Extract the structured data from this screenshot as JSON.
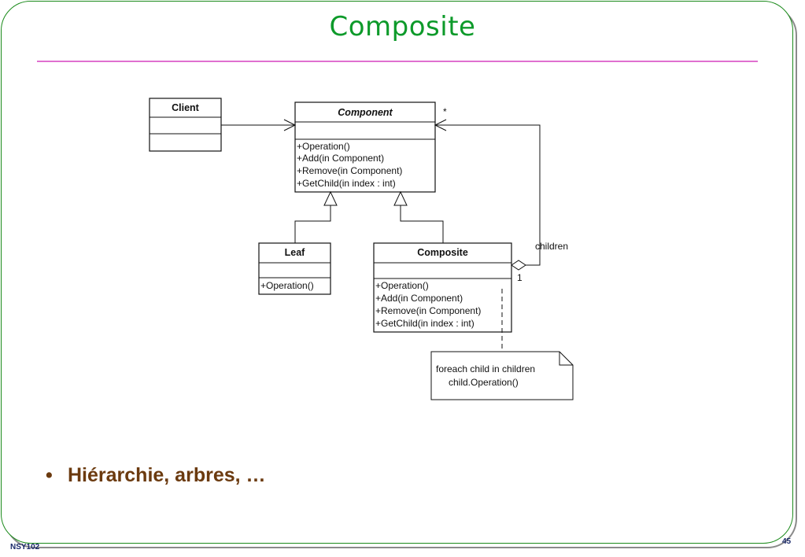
{
  "slide": {
    "title": "Composite",
    "bullet_symbol": "•",
    "bullet_text": "Hiérarchie, arbres, …",
    "footer_course": "NSY102",
    "footer_page": "45"
  },
  "diagram": {
    "client": {
      "name": "Client"
    },
    "component": {
      "name": "Component",
      "methods": [
        "+Operation()",
        "+Add(in Component)",
        "+Remove(in Component)",
        "+GetChild(in index : int)"
      ]
    },
    "leaf": {
      "name": "Leaf",
      "methods": [
        "+Operation()"
      ]
    },
    "composite": {
      "name": "Composite",
      "methods": [
        "+Operation()",
        "+Add(in Component)",
        "+Remove(in Component)",
        "+GetChild(in index : int)"
      ]
    },
    "association": {
      "role": "children",
      "mult_many": "*",
      "mult_one": "1"
    },
    "note": {
      "lines": [
        "foreach child in children",
        "child.Operation()"
      ]
    }
  }
}
